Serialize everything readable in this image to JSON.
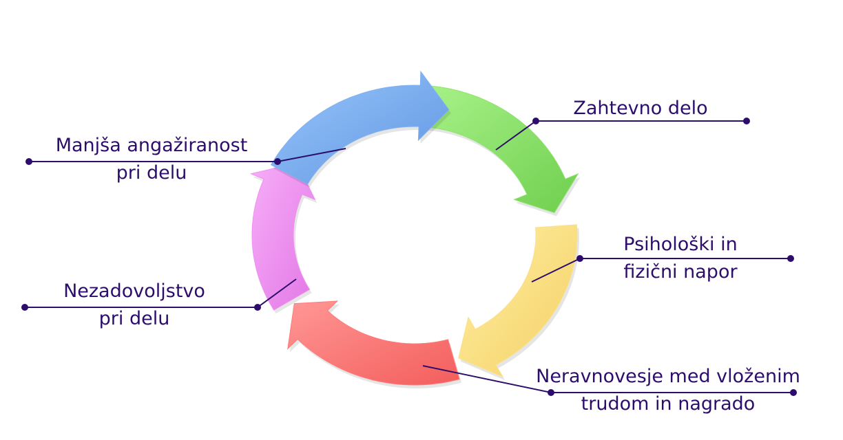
{
  "diagram": {
    "colors": {
      "leader_line": "#2d0d6b",
      "green": "#8ee36b",
      "yellow": "#fbe18a",
      "red": "#ff7a78",
      "pink": "#ef8ff2",
      "blue": "#7fb2f2"
    },
    "stages": [
      {
        "lines": [
          "Zahtevno delo"
        ],
        "color": "green"
      },
      {
        "lines": [
          "Psihološki in",
          "fizični napor"
        ],
        "color": "yellow"
      },
      {
        "lines": [
          "Neravnovesje med vloženim",
          "trudom in nagrado"
        ],
        "color": "red"
      },
      {
        "lines": [
          "Nezadovoljstvo",
          "pri delu"
        ],
        "color": "pink"
      },
      {
        "lines": [
          "Manjša angažiranost",
          "pri delu"
        ],
        "color": "blue"
      }
    ]
  }
}
